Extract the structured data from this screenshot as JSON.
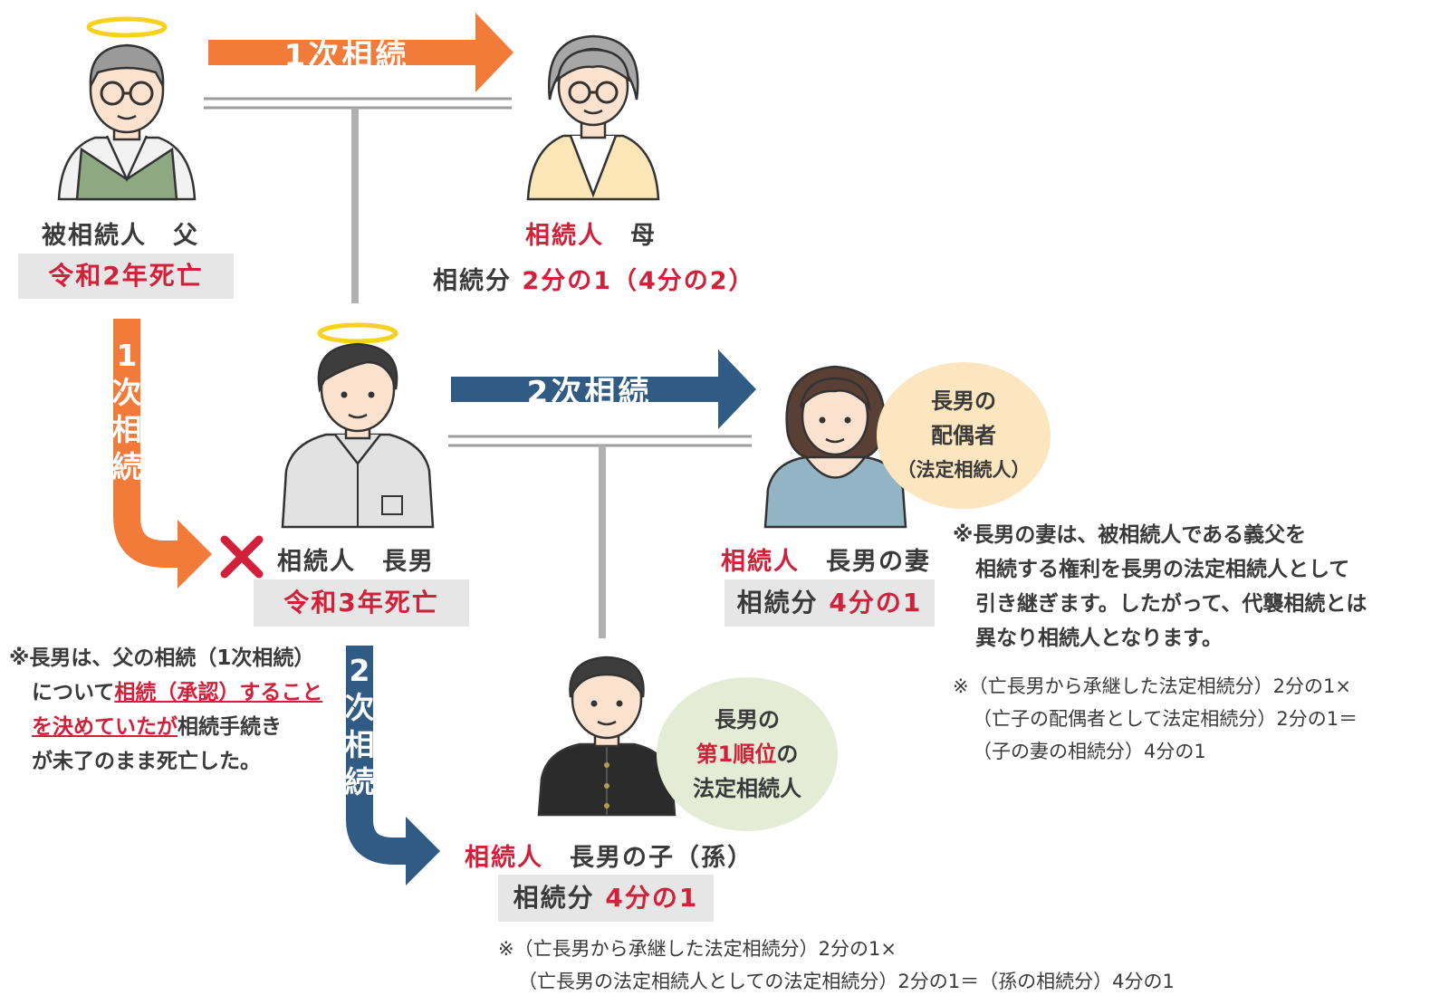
{
  "father": {
    "role": "被相続人　父",
    "death": "令和2年死亡"
  },
  "mother": {
    "role": "相続人",
    "name": "母",
    "share_label": "相続分",
    "share": "2分の1（4分の2）"
  },
  "son": {
    "role": "相続人　長男",
    "death": "令和3年死亡"
  },
  "wife": {
    "role": "相続人",
    "name": "長男の妻",
    "share_label": "相続分",
    "share": "4分の1"
  },
  "grandchild": {
    "role": "相続人",
    "name": "長男の子（孫）",
    "share_label": "相続分",
    "share": "4分の1"
  },
  "arrows": {
    "first_h": "1次相続",
    "first_v": [
      "1",
      "次",
      "相",
      "続"
    ],
    "second_h": "2次相続",
    "second_v": [
      "2",
      "次",
      "相",
      "続"
    ]
  },
  "bubble_wife": [
    "長男の",
    "配偶者",
    "（法定相続人）"
  ],
  "bubble_grand": {
    "line1": "長男の",
    "line2_red": "第1順位",
    "line2_rest": "の",
    "line3": "法定相続人"
  },
  "note_son": {
    "l1": "※長男は、父の相続（1次相続）",
    "l2a": "について",
    "l2b": "相続（承認）すること",
    "l3a": "を決めていたが",
    "l3b": "相続手続き",
    "l4": "が未了のまま死亡した。"
  },
  "note_wife": [
    "※長男の妻は、被相続人である義父を",
    "相続する権利を長男の法定相続人として",
    "引き継ぎます。したがって、代襲相続とは",
    "異なり相続人となります。"
  ],
  "calc_wife": [
    "※（亡長男から承継した法定相続分）2分の1×",
    "（亡子の配偶者として法定相続分）2分の1＝",
    "（子の妻の相続分）4分の1"
  ],
  "calc_grand": [
    "※（亡長男から承継した法定相続分）2分の1×",
    "（亡長男の法定相続人としての法定相続分）2分の1＝（孫の相続分）4分の1"
  ],
  "colors": {
    "orange": "#f37b3a",
    "blue": "#2f5b84",
    "red": "#d1213a",
    "halo": "#f6d21c",
    "gray_box": "#e6e6e6"
  }
}
